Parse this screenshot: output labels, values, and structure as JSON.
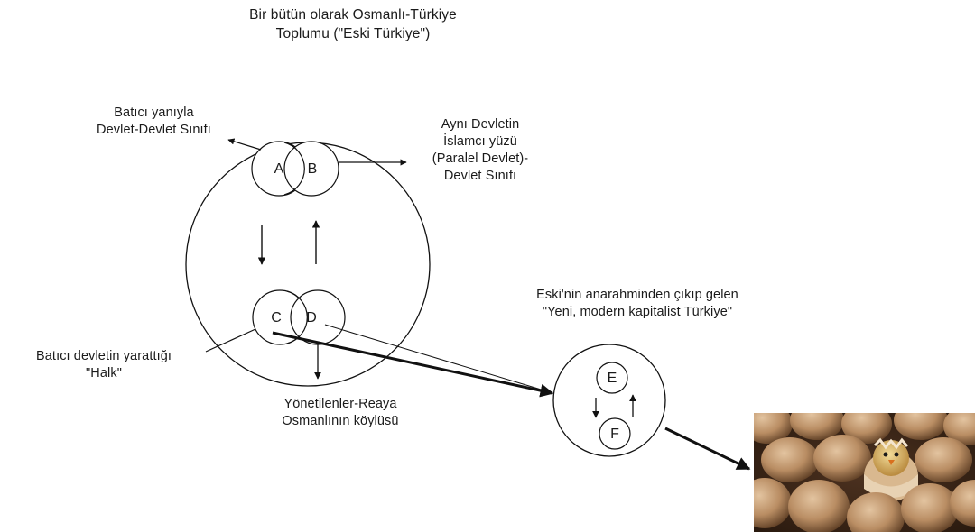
{
  "title": {
    "line1": "Bir bütün olarak Osmanlı-Türkiye",
    "line2": "Toplumu (\"Eski Türkiye\")"
  },
  "labels": {
    "batici_yaniyla": {
      "line1": "Batıcı yanıyla",
      "line2": "Devlet-Devlet Sınıfı"
    },
    "ayni_devletin": {
      "line1": "Aynı Devletin",
      "line2": "İslamcı yüzü",
      "line3": "(Paralel Devlet)-",
      "line4": "Devlet Sınıfı"
    },
    "batici_devletin": {
      "line1": "Batıcı devletin yarattığı",
      "line2": "\"Halk\""
    },
    "yonetilenler": {
      "line1": "Yönetilenler-Reaya",
      "line2": "Osmanlının köylüsü"
    },
    "eskinin": {
      "line1": "Eski'nin anarahminden çıkıp gelen",
      "line2": "\"Yeni, modern kapitalist Türkiye\""
    }
  },
  "nodes": {
    "A": "A",
    "B": "B",
    "C": "C",
    "D": "D",
    "E": "E",
    "F": "F"
  },
  "image": {
    "subject": "hatching chick among eggs"
  },
  "colors": {
    "stroke": "#111111",
    "text": "#1a1a1a",
    "egg": "#b8906a",
    "chick": "#d8b46a"
  }
}
